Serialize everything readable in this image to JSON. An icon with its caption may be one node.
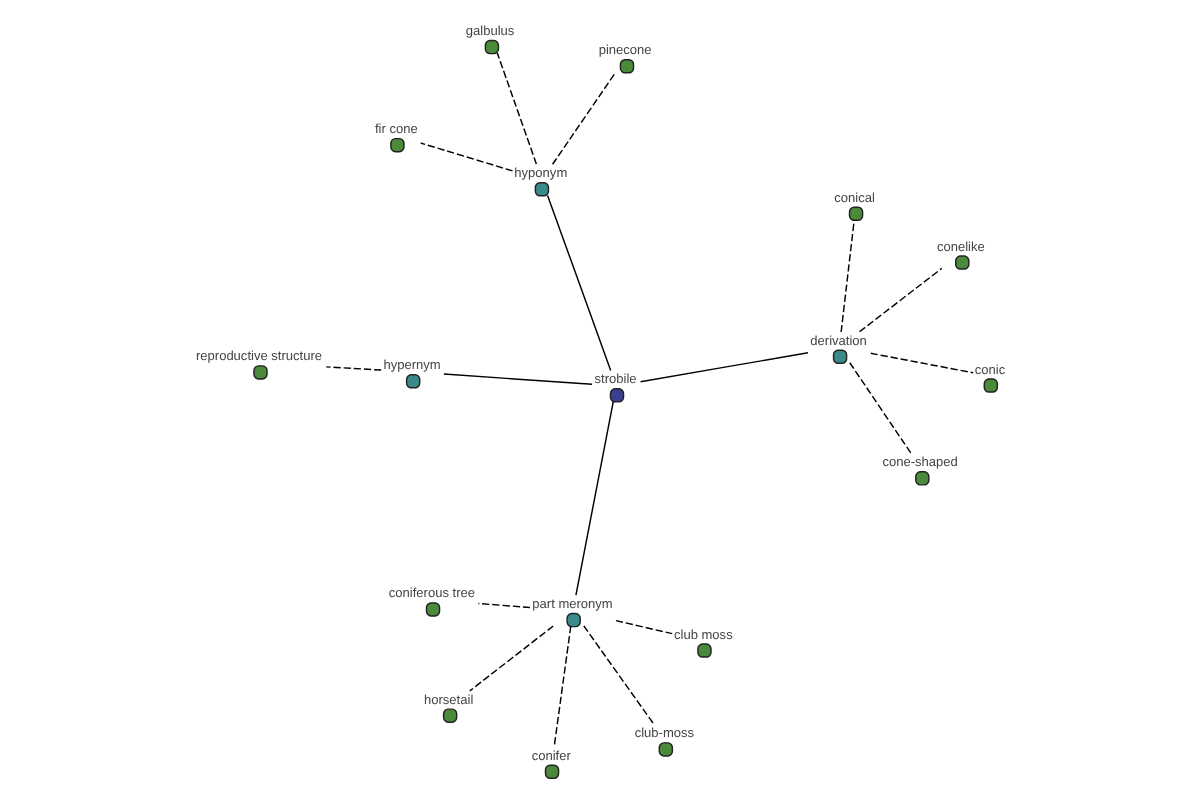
{
  "diagram": {
    "nodes": [
      {
        "text": [
          "strobile"
        ]
      },
      {
        "text": [
          "hypernym"
        ]
      },
      {
        "text": [
          "part meronym"
        ]
      },
      {
        "text": [
          "hyponym"
        ]
      },
      {
        "text": [
          "derivation"
        ]
      },
      {
        "text": [
          "reproductive structure"
        ]
      },
      {
        "text": [
          "horsetail"
        ]
      },
      {
        "text": [
          "club-moss"
        ]
      },
      {
        "text": [
          "coniferous tree"
        ]
      },
      {
        "text": [
          "conifer"
        ]
      },
      {
        "text": [
          "club moss"
        ]
      },
      {
        "text": [
          "fir cone"
        ]
      },
      {
        "text": [
          "pinecone"
        ]
      },
      {
        "text": [
          "galbulus"
        ]
      },
      {
        "text": [
          "conelike"
        ]
      },
      {
        "text": [
          "cone-shaped"
        ]
      },
      {
        "text": [
          "conic"
        ]
      },
      {
        "text": [
          "conical"
        ]
      }
    ],
    "edges": [
      {
        "from": 0,
        "to": 1,
        "arrow": "none"
      },
      {
        "from": 0,
        "to": 2,
        "arrow": "none"
      },
      {
        "from": 0,
        "to": 3,
        "arrow": "none"
      },
      {
        "from": 0,
        "to": 4,
        "arrow": "none"
      },
      {
        "from": 1,
        "to": 5,
        "arrow": "none",
        "style": "dashed"
      },
      {
        "from": 2,
        "to": 6,
        "arrow": "none",
        "style": "dashed"
      },
      {
        "from": 2,
        "to": 7,
        "arrow": "none",
        "style": "dashed"
      },
      {
        "from": 2,
        "to": 8,
        "arrow": "none",
        "style": "dashed"
      },
      {
        "from": 2,
        "to": 9,
        "arrow": "none",
        "style": "dashed"
      },
      {
        "from": 2,
        "to": 10,
        "arrow": "none",
        "style": "dashed"
      },
      {
        "from": 3,
        "to": 11,
        "arrow": "none",
        "style": "dashed"
      },
      {
        "from": 3,
        "to": 12,
        "arrow": "none",
        "style": "dashed"
      },
      {
        "from": 3,
        "to": 13,
        "arrow": "none",
        "style": "dashed"
      },
      {
        "from": 4,
        "to": 14,
        "arrow": "none",
        "style": "dashed"
      },
      {
        "from": 4,
        "to": 15,
        "arrow": "none",
        "style": "dashed"
      },
      {
        "from": 4,
        "to": 16,
        "arrow": "none",
        "style": "dashed"
      },
      {
        "from": 4,
        "to": 17,
        "arrow": "none",
        "style": "dashed"
      }
    ]
  }
}
